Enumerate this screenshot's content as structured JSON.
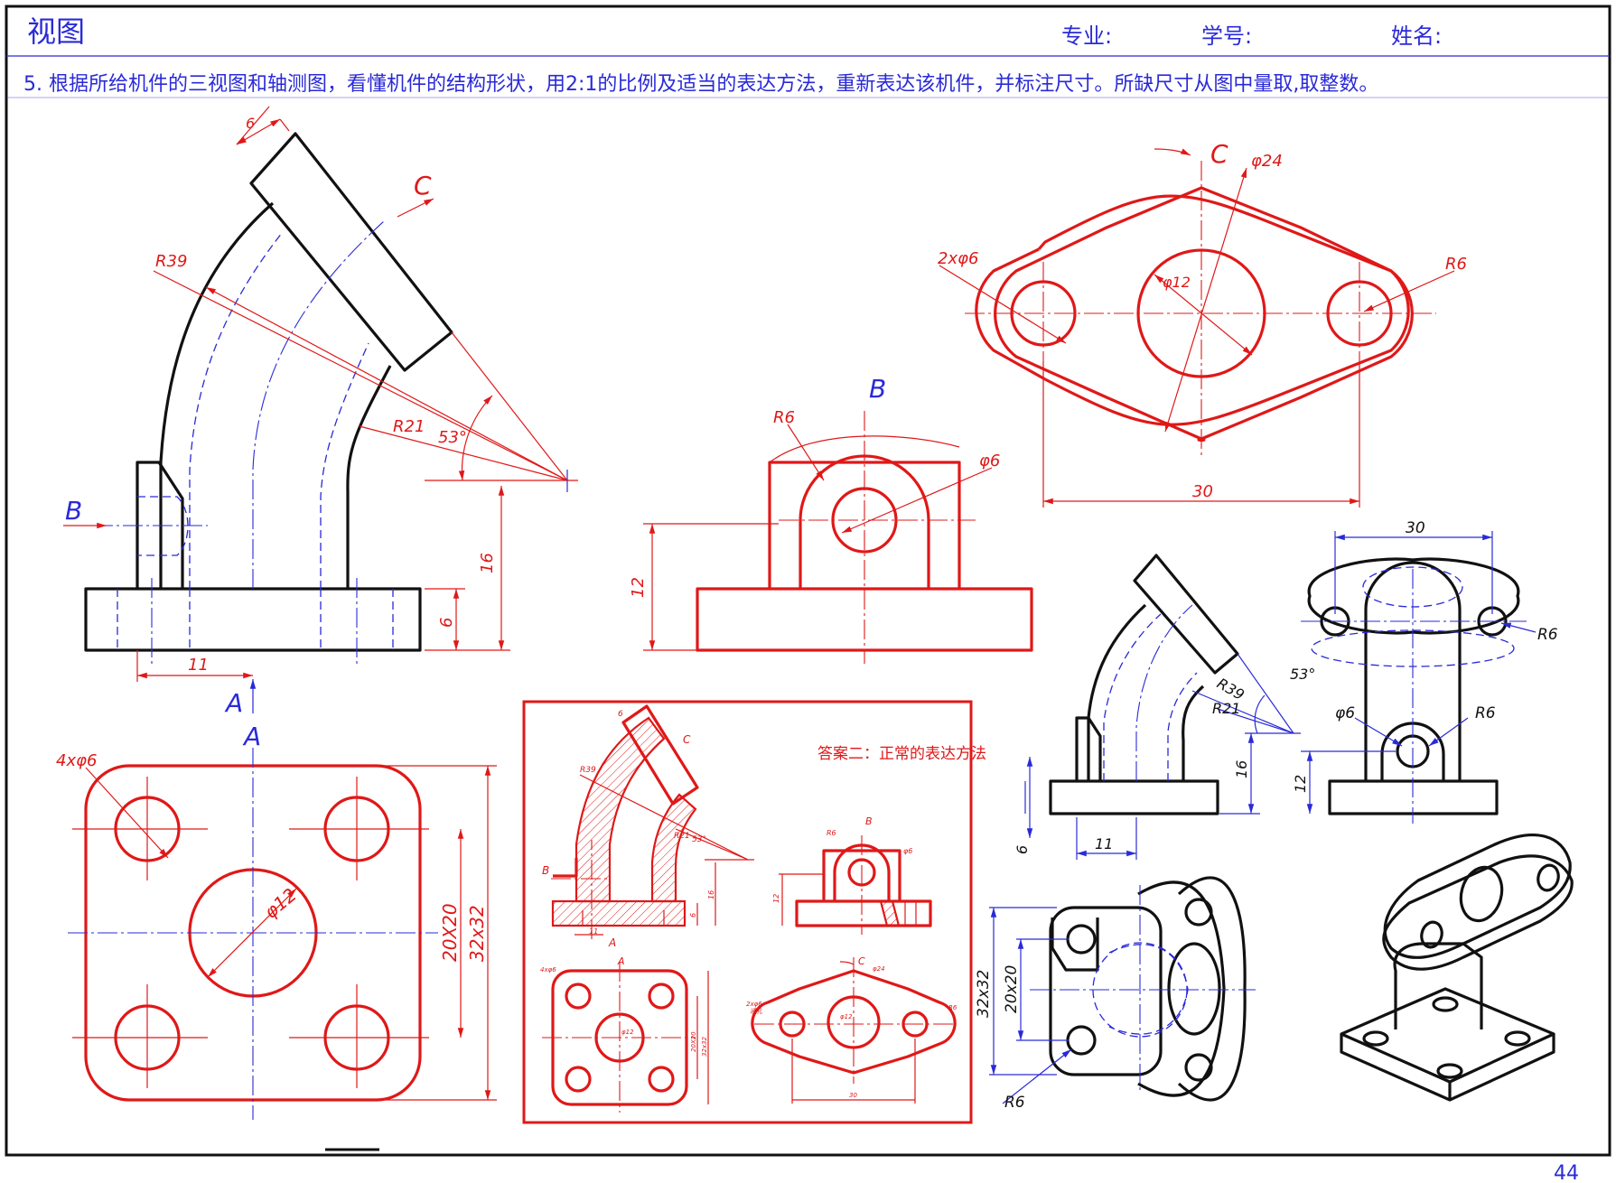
{
  "header": {
    "title": "视图",
    "major_label": "专业:",
    "student_id_label": "学号:",
    "name_label": "姓名:"
  },
  "task": {
    "text": "5. 根据所给机件的三视图和轴测图，看懂机件的结构形状，用2:1的比例及适当的表达方法，重新表达该机件，并标注尺寸。所缺尺寸从图中量取,取整数。"
  },
  "main_view": {
    "dims": {
      "top_thickness": "6",
      "view_c": "C",
      "outer_radius": "R39",
      "inner_radius": "R21",
      "angle": "53°",
      "height": "16",
      "base_thickness": "6",
      "hole_offset": "11",
      "view_b": "B",
      "view_a": "A"
    }
  },
  "side_view": {
    "dims": {
      "view_b": "B",
      "radius": "R6",
      "hole_dia": "φ6",
      "height": "12"
    }
  },
  "flange_view": {
    "dims": {
      "view_c": "C",
      "outer_dia": "φ24",
      "holes": "2xφ6",
      "center_dia": "φ12",
      "radius": "R6",
      "span": "30"
    }
  },
  "base_view": {
    "dims": {
      "view_a": "A",
      "holes": "4xφ6",
      "center_dia": "φ12",
      "inner_size": "20X20",
      "outer_size": "32x32"
    }
  },
  "answer_box": {
    "title": "答案二：正常的表达方法",
    "labels": {
      "t6": "6",
      "c": "C",
      "r39": "R39",
      "r21": "R21",
      "a53": "53°",
      "b": "B",
      "a": "A",
      "d11": "11",
      "d16": "16",
      "d6": "6",
      "r6": "R6",
      "p6": "φ6",
      "d12": "12",
      "p24": "φ24",
      "holes2": "2xφ6",
      "thru": "通孔",
      "p12": "φ12",
      "d30": "30",
      "holes4": "4xφ6",
      "s20": "20X20",
      "s32": "32x32"
    }
  },
  "reference_views": {
    "dims": {
      "span": "30",
      "r6_top": "R6",
      "p6": "φ6",
      "r6_mid": "R6",
      "r39": "R39",
      "a53": "53°",
      "r21": "R21",
      "d16": "16",
      "d12": "12",
      "d6": "6",
      "d11": "11",
      "s32": "32x32",
      "s20": "20x20",
      "r6_bottom": "R6"
    }
  },
  "page_number": "44",
  "colors": {
    "frame": "#111111",
    "dimension_blue": "#2a2ad8",
    "answer_red": "#e01818"
  }
}
